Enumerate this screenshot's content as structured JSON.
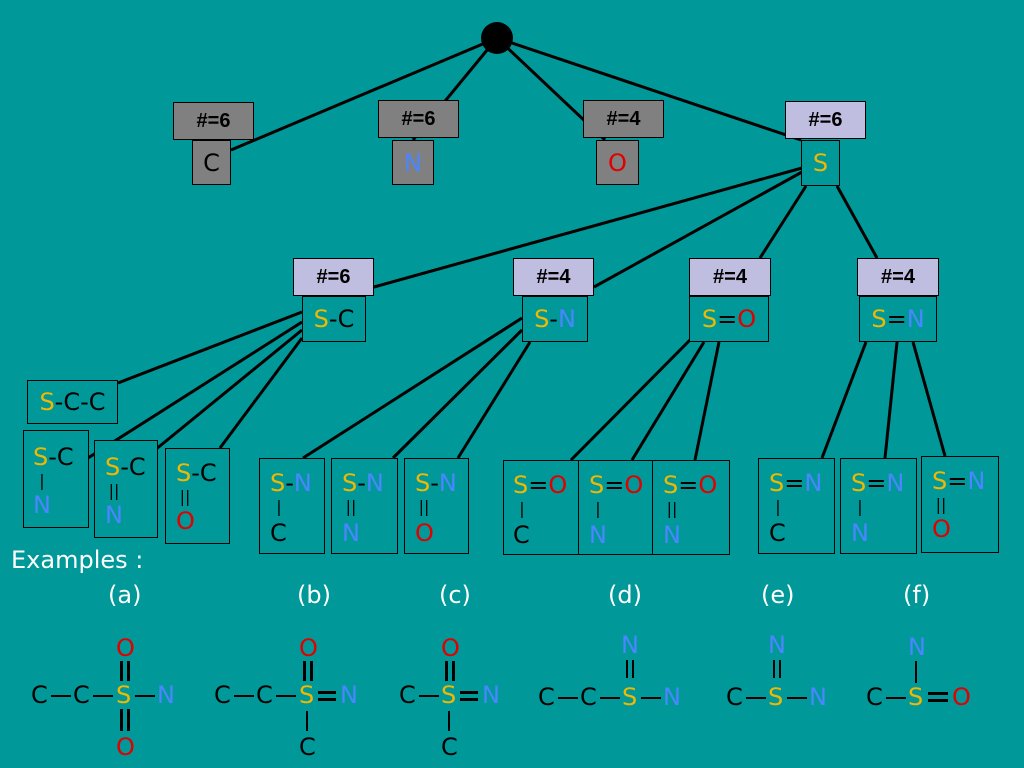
{
  "root": {
    "label": ""
  },
  "level1": [
    {
      "count": "#=6",
      "element": "C",
      "color": "C"
    },
    {
      "count": "#=6",
      "element": "N",
      "color": "N"
    },
    {
      "count": "#=4",
      "element": "O",
      "color": "O"
    },
    {
      "count": "#=6",
      "element": "S",
      "color": "S"
    }
  ],
  "level2": [
    {
      "count": "#=6",
      "a": "S",
      "op": "-",
      "b": "C"
    },
    {
      "count": "#=4",
      "a": "S",
      "op": "-",
      "b": "N"
    },
    {
      "count": "#=4",
      "a": "S",
      "op": "=",
      "b": "O"
    },
    {
      "count": "#=4",
      "a": "S",
      "op": "=",
      "b": "N"
    }
  ],
  "level3": [
    {
      "top": "S-C-C",
      "a": "S",
      "op1": "-",
      "b": "C",
      "op2": "-",
      "c": "C"
    },
    {
      "a": "S",
      "op": "-",
      "b": "C",
      "bond": "|",
      "low": "N"
    },
    {
      "a": "S",
      "op": "-",
      "b": "C",
      "bond": "||",
      "low": "N"
    },
    {
      "a": "S",
      "op": "-",
      "b": "C",
      "bond": "||",
      "low": "O"
    },
    {
      "a": "S",
      "op": "-",
      "b": "N",
      "bond": "|",
      "low": "C"
    },
    {
      "a": "S",
      "op": "-",
      "b": "N",
      "bond": "||",
      "low": "N"
    },
    {
      "a": "S",
      "op": "-",
      "b": "N",
      "bond": "||",
      "low": "O"
    },
    {
      "a": "S",
      "op": "=",
      "b": "O",
      "bond": "|",
      "low": "C"
    },
    {
      "a": "S",
      "op": "=",
      "b": "O",
      "bond": "|",
      "low": "N"
    },
    {
      "a": "S",
      "op": "=",
      "b": "O",
      "bond": "||",
      "low": "N"
    },
    {
      "a": "S",
      "op": "=",
      "b": "N",
      "bond": "|",
      "low": "C"
    },
    {
      "a": "S",
      "op": "=",
      "b": "N",
      "bond": "|",
      "low": "N"
    },
    {
      "a": "S",
      "op": "=",
      "b": "N",
      "bond": "||",
      "low": "O"
    }
  ],
  "examples": {
    "title": "Examples :",
    "labels": [
      "(a)",
      "(b)",
      "(c)",
      "(d)",
      "(e)",
      "(f)"
    ]
  },
  "atoms": {
    "C": "C",
    "S": "S",
    "N": "N",
    "O": "O"
  },
  "colors": {
    "background": "#009898",
    "count_grey": "#808080",
    "count_lavender": "#c0bee0",
    "sulfur": "#f0b800",
    "nitrogen": "#4a86ff",
    "oxygen": "#e00000",
    "carbon": "#000000"
  }
}
